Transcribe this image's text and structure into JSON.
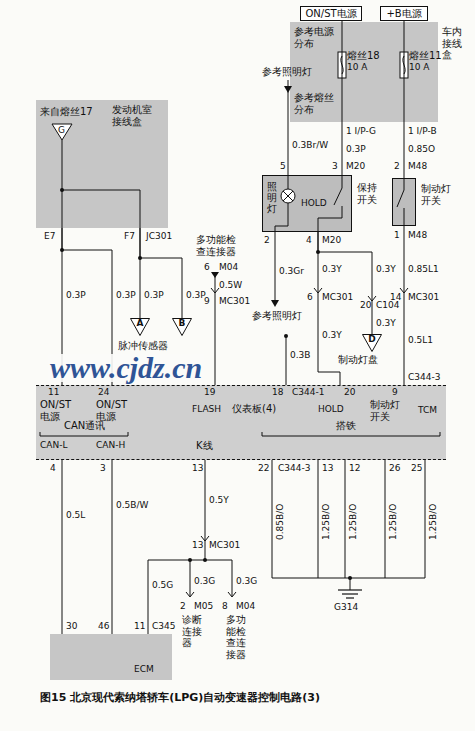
{
  "diagram": {
    "caption": "图15 北京现代索纳塔轿车(LPG)自动变速器控制电路(3)",
    "nodes": [
      {
        "text": [
          "ON/ST电源"
        ]
      },
      {
        "text": [
          "+B电源"
        ]
      },
      {
        "text": [
          "车内接线盒"
        ]
      },
      {
        "text": [
          "发动机室接线盒"
        ]
      },
      {
        "text": [
          "照明灯",
          "HOLD",
          "保持开关"
        ]
      },
      {
        "text": [
          "制动灯开关"
        ]
      },
      {
        "text": [
          "A"
        ]
      },
      {
        "text": [
          "B"
        ]
      },
      {
        "text": [
          "D"
        ]
      },
      {
        "text": [
          "仪表板(4)",
          "TCM"
        ]
      },
      {
        "text": [
          "ECM"
        ]
      }
    ],
    "edges": [
      {
        "from": 0,
        "to": 4,
        "arrow": "none"
      },
      {
        "from": 1,
        "to": 5,
        "arrow": "none"
      },
      {
        "from": 3,
        "to": 9,
        "arrow": "none"
      },
      {
        "from": 3,
        "to": 9,
        "arrow": "none"
      },
      {
        "from": 3,
        "to": 6,
        "arrow": "none"
      },
      {
        "from": 3,
        "to": 7,
        "arrow": "none"
      },
      {
        "from": 4,
        "to": 9,
        "arrow": "none"
      },
      {
        "from": 4,
        "to": 8,
        "arrow": "none"
      },
      {
        "from": 5,
        "to": 9,
        "arrow": "none"
      },
      {
        "from": 9,
        "to": 10,
        "arrow": "none"
      },
      {
        "from": 9,
        "to": 10,
        "arrow": "none"
      },
      {
        "from": 9,
        "to": 10,
        "arrow": "none"
      }
    ],
    "labels": [
      "参考电源分布",
      "熔丝18",
      "10 A",
      "参考熔丝分布",
      "熔丝11",
      "10 A",
      "1 I/P-G",
      "1 I/P-B",
      "0.3P",
      "0.85O",
      "3",
      "M20",
      "2",
      "M48",
      "参考照明灯",
      "0.3Br/W",
      "5",
      "来自熔丝17",
      "G",
      "E7",
      "F7",
      "JC301",
      "2",
      "4",
      "M20",
      "1",
      "M48",
      "多功能检查连接器",
      "6",
      "M04",
      "0.5W",
      "9",
      "MC301",
      "0.3Gr",
      "参考照明灯",
      "0.3Y",
      "6",
      "MC301",
      "0.3Y",
      "20",
      "C104",
      "0.3Y",
      "制动灯盘",
      "0.85L1",
      "14",
      "MC301",
      "0.5L1",
      "C344-3",
      "0.3P",
      "0.3P",
      "0.3P",
      "0.3P",
      "脉冲传感器",
      "www.cjdz.cn",
      "0.3Y",
      "0.3B",
      "11",
      "24",
      "19",
      "18",
      "C344-1",
      "20",
      "9",
      "ON/ST电源",
      "ON/ST电源",
      "FLASH",
      "HOLD",
      "制动灯开关",
      "CAN通讯",
      "CAN-L",
      "CAN-H",
      "K线",
      "搭铁",
      "4",
      "3",
      "13",
      "22",
      "C344-3",
      "13",
      "12",
      "26",
      "25",
      "0.5L",
      "0.5B/W",
      "0.5Y",
      "0.85B/O",
      "1.25B/O",
      "1.25B/O",
      "1.25B/O",
      "1.25B/O",
      "13",
      "MC301",
      "0.5G",
      "0.3G",
      "0.3G",
      "2",
      "M05",
      "8",
      "M04",
      "诊断连接器",
      "多功能检查连接器",
      "30",
      "46",
      "11",
      "C345",
      "G314"
    ]
  }
}
